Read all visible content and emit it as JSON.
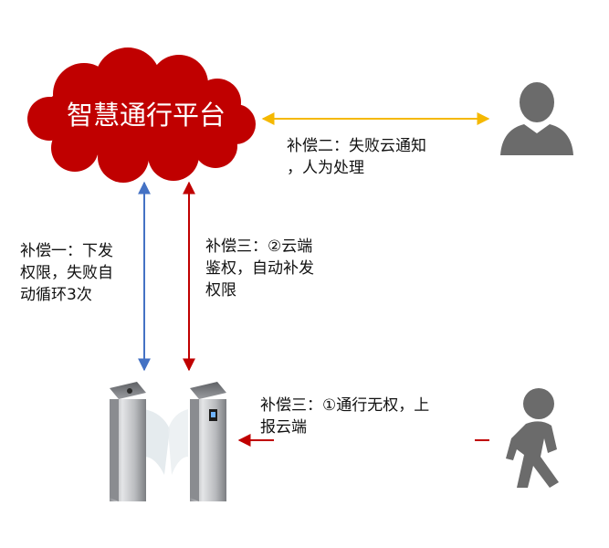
{
  "platform": {
    "label": "智慧通行平台"
  },
  "labels": {
    "comp_cloud_notify": [
      "补偿二：失败云通知",
      "，人为处理"
    ],
    "comp_downlink": [
      "补偿一：下发",
      "权限，失败自",
      "动循环3次"
    ],
    "comp_cloud_auth": [
      "补偿三：②云端",
      "鉴权，自动补发",
      "权限"
    ],
    "comp_report": [
      "补偿三：①通行无权，上",
      "报云端"
    ]
  },
  "colors": {
    "cloud": "#c00000",
    "arrow_yellow": "#f5b800",
    "arrow_blue": "#4472c4",
    "arrow_red": "#c00000",
    "person": "#6b6b6b"
  },
  "icons": {
    "admin": "person-icon",
    "walker": "walking-person-icon",
    "gate": "turnstile-gate-icon"
  }
}
